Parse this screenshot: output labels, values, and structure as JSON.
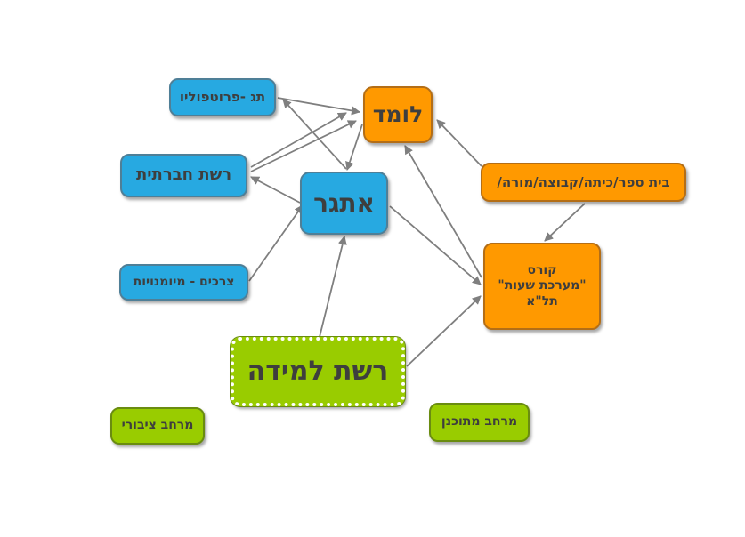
{
  "nodes": {
    "lomed": "לומד",
    "etgar": "אתגר",
    "tag_portfolio": "תג -פרוטפוליו",
    "social_network": "רשת חברתית",
    "needs_skills": "צרכים - מיומנויות",
    "school": "בית ספר/כיתה/קבוצה/מורה/",
    "course_lines": [
      "קורס",
      "\"מערכת שעות\"",
      "תל\"א"
    ],
    "learning_network": "רשת למידה",
    "public_space": "מרחב ציבורי",
    "planned_space": "מרחב מתוכנן"
  },
  "colors": {
    "blue": "#27a9e1",
    "orange": "#ff9900",
    "green": "#99cc00",
    "arrow": "#7f7f7f",
    "text": "#3e3e3e"
  },
  "edges": [
    {
      "from": "social_network",
      "to": "tag_portfolio"
    },
    {
      "from": "social_network",
      "to": "lomed"
    },
    {
      "from": "etgar",
      "to": "tag_portfolio"
    },
    {
      "from": "etgar",
      "to": "social_network"
    },
    {
      "from": "lomed",
      "to": "etgar"
    },
    {
      "from": "tag_portfolio",
      "to": "lomed"
    },
    {
      "from": "needs_skills",
      "to": "etgar"
    },
    {
      "from": "learning_network",
      "to": "etgar"
    },
    {
      "from": "learning_network",
      "to": "course"
    },
    {
      "from": "etgar",
      "to": "course"
    },
    {
      "from": "course",
      "to": "lomed"
    },
    {
      "from": "school",
      "to": "lomed"
    },
    {
      "from": "school",
      "to": "course"
    }
  ]
}
